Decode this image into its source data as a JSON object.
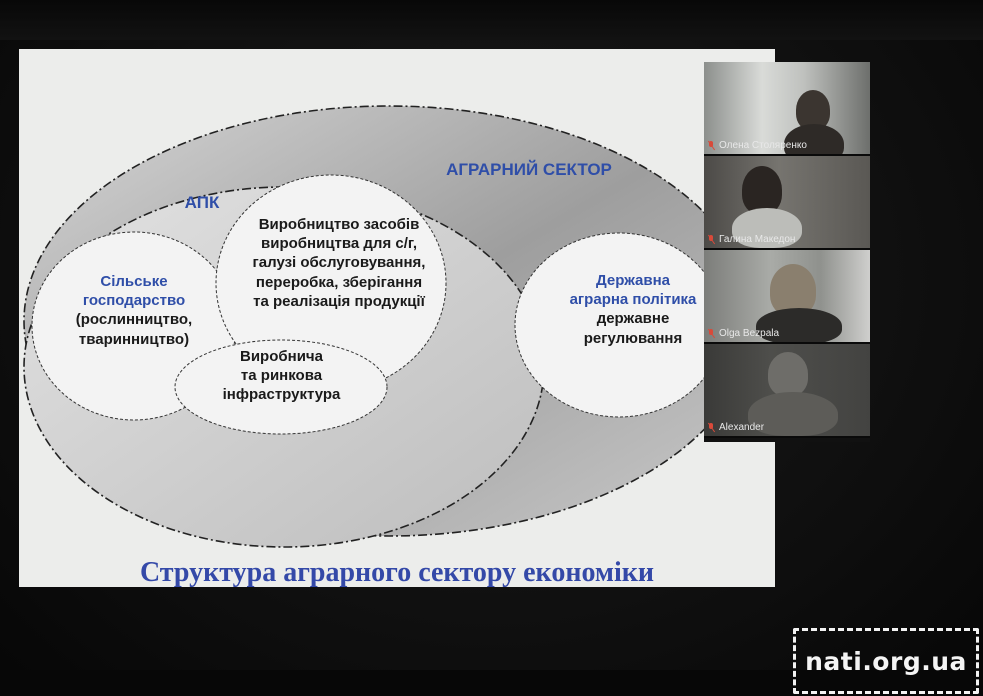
{
  "slide": {
    "agrarian_sector": "АГРАРНИЙ СЕКТОР",
    "apk": "АПК",
    "agriculture": {
      "line1": "Сільське",
      "line2": "господарство",
      "line3": "(рослинництво,",
      "line4": "тваринництво)"
    },
    "production_means": {
      "line1": "Виробництво засобів",
      "line2": "виробництва для с/г,",
      "line3": "галузі обслуговування,",
      "line4": "переробка, зберігання",
      "line5": "та реалізація продукції"
    },
    "infrastructure": {
      "line1": "Виробнича",
      "line2": "та ринкова",
      "line3": "інфраструктура"
    },
    "state_policy": {
      "line1": "Державна",
      "line2": "аграрна політика",
      "line3": "державне",
      "line4": "регулювання"
    },
    "title": "Структура аграрного сектору економіки"
  },
  "participants": [
    {
      "name": "Олена Столяренко"
    },
    {
      "name": "Галина Македон"
    },
    {
      "name": "Olga Bezpala"
    },
    {
      "name": "Alexander"
    }
  ],
  "watermark": "nati.org.ua",
  "colors": {
    "slide_bg": "#ecedeb",
    "accent_blue": "#2f4ea8",
    "title_blue": "#3449a8",
    "muted_mic": "#d94a3a"
  },
  "icons": [
    "mic-muted-icon"
  ]
}
